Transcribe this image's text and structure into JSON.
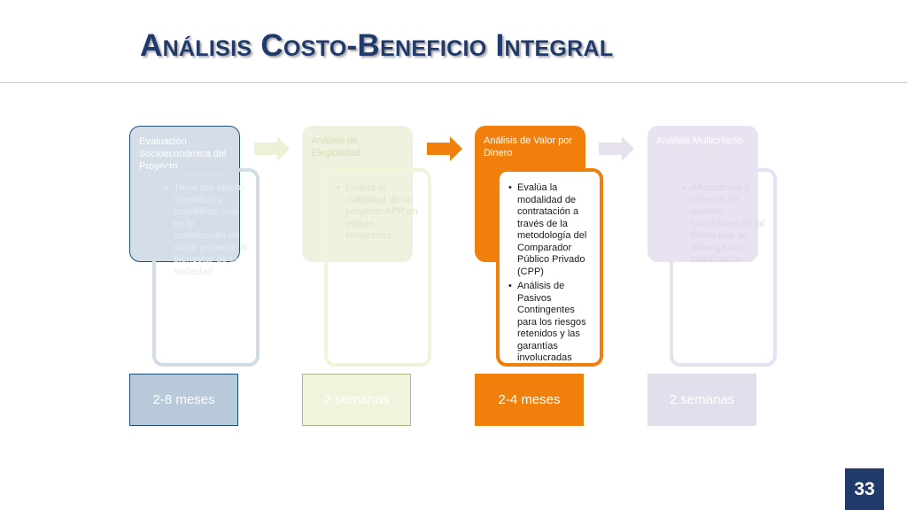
{
  "title": "Análisis Costo-Beneficio Integral",
  "stages": [
    {
      "label": "Evaluación Socioeconómica del Proyecto",
      "bullets": [
        "Tiene por objeto identificar y cuantificar cuál es la contribución de dicho proyecto al bienestar de la sociedad"
      ],
      "duration": "2-8 meses"
    },
    {
      "label": "Análisis de Elegibilidad",
      "bullets": [
        "Evalúa la viabilidad de un proyecto APP en etapas tempranas"
      ],
      "duration": "2 semanas"
    },
    {
      "label": "Análisis de Valor por Dinero",
      "bullets": [
        "Evalúa la modalidad de contratación a través de la metodología del Comparador Público Privado (CPP)",
        "Análisis de Pasivos Contingentes para los riesgos retenidos y las garantías involucradas"
      ],
      "duration": "2-4 meses"
    },
    {
      "label": "Análisis Multicriterio",
      "bullets": [
        "Alternativas y criterios de manera simultánea de tal forma que se obtenga una clasificación"
      ],
      "duration": "2 semanas"
    }
  ],
  "page_number": "33",
  "colors": {
    "title": "#1F3A6B",
    "active": "#F07F0B",
    "arrow_inactive": "#EEF1D5",
    "arrow_inactive_2": "#E6E0EF"
  },
  "icons": [
    "chevron-arrow-icon"
  ]
}
